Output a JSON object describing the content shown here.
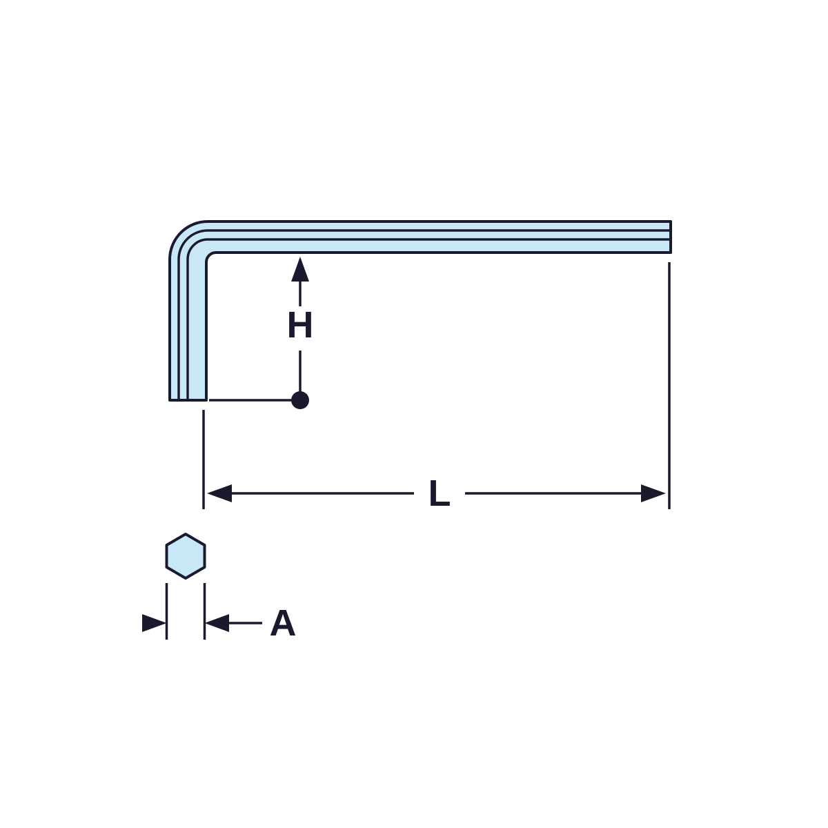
{
  "colors": {
    "background": "#ffffff",
    "line": "#1a1a2e",
    "tool_fill": "#c9e8f7"
  },
  "diagram": {
    "type": "technical-dimension-drawing",
    "subject": "L-shaped hex key with dimension callouts",
    "labels": {
      "height": "H",
      "length": "L",
      "width_across_flats": "A"
    }
  }
}
